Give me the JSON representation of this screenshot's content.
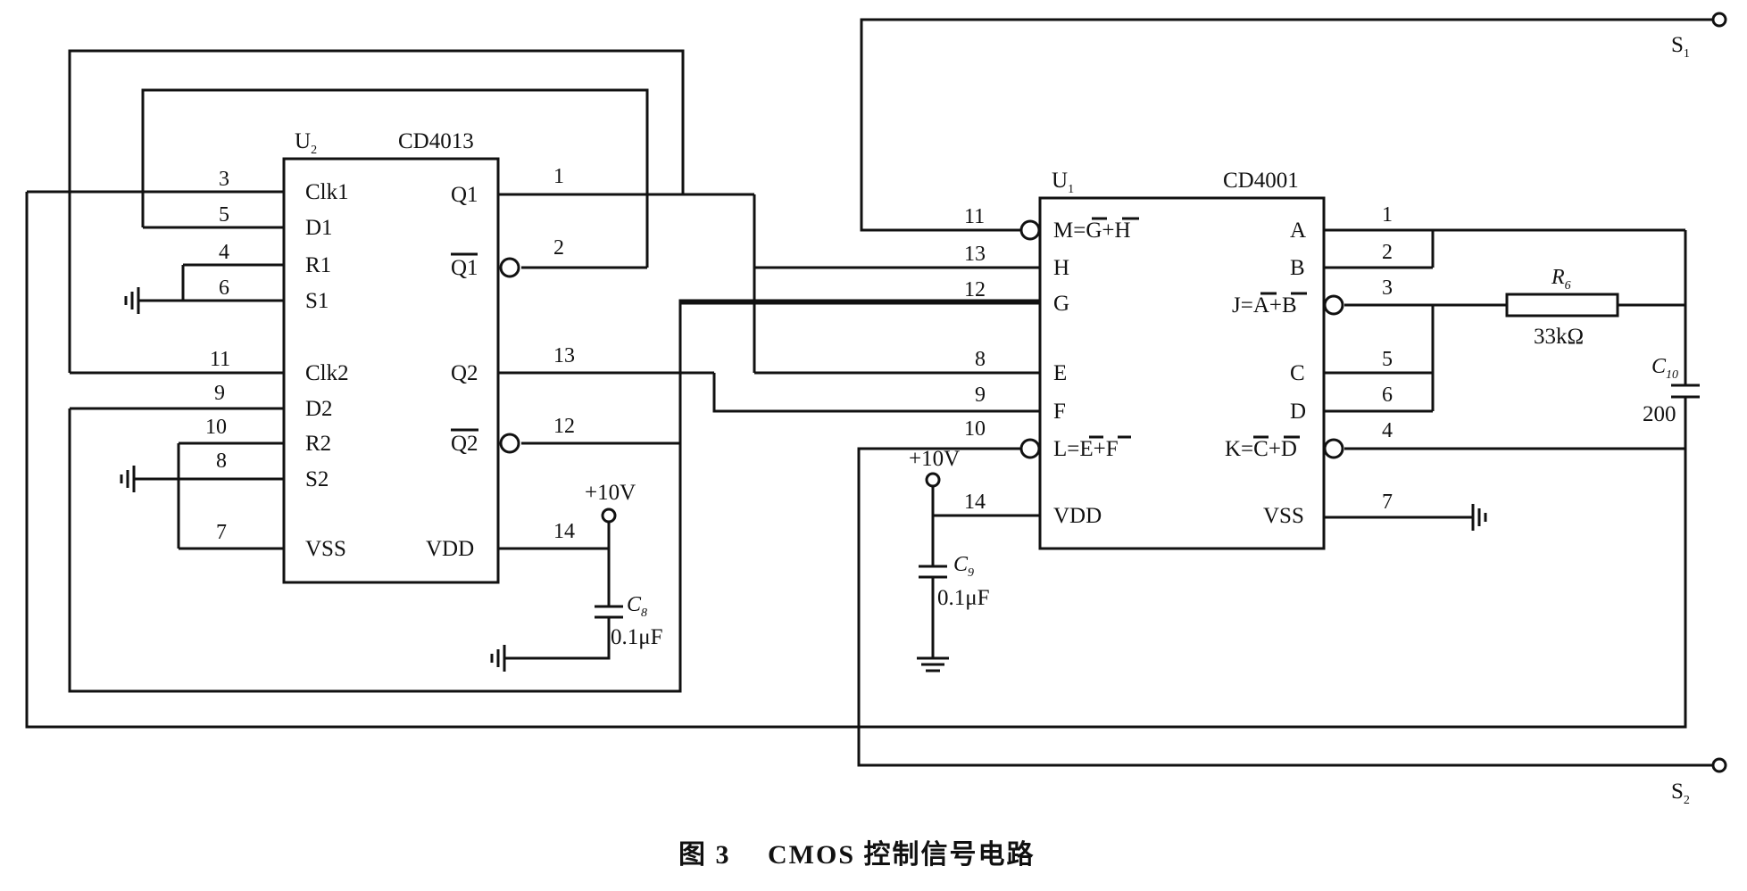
{
  "u2": {
    "ref": "U",
    "ref_sub": "2",
    "part": "CD4013",
    "left_pins": [
      {
        "num": "3",
        "name": "Clk1"
      },
      {
        "num": "5",
        "name": "D1"
      },
      {
        "num": "4",
        "name": "R1"
      },
      {
        "num": "6",
        "name": "S1"
      },
      {
        "num": "11",
        "name": "Clk2"
      },
      {
        "num": "9",
        "name": "D2"
      },
      {
        "num": "10",
        "name": "R2"
      },
      {
        "num": "8",
        "name": "S2"
      },
      {
        "num": "7",
        "name": "VSS"
      }
    ],
    "right_pins": [
      {
        "num": "1",
        "name": "Q1"
      },
      {
        "num": "2",
        "name": "Q1"
      },
      {
        "num": "13",
        "name": "Q2"
      },
      {
        "num": "12",
        "name": "Q2"
      },
      {
        "num": "14",
        "name": "VDD"
      }
    ]
  },
  "u1": {
    "ref": "U",
    "ref_sub": "1",
    "part": "CD4001",
    "left_pins": [
      {
        "num": "11",
        "name": "M=G+H"
      },
      {
        "num": "13",
        "name": "H"
      },
      {
        "num": "12",
        "name": "G"
      },
      {
        "num": "8",
        "name": "E"
      },
      {
        "num": "9",
        "name": "F"
      },
      {
        "num": "10",
        "name": "L=E+F"
      },
      {
        "num": "14",
        "name": "VDD"
      }
    ],
    "right_pins": [
      {
        "num": "1",
        "name": "A"
      },
      {
        "num": "2",
        "name": "B"
      },
      {
        "num": "3",
        "name": "J=A+B"
      },
      {
        "num": "5",
        "name": "C"
      },
      {
        "num": "6",
        "name": "D"
      },
      {
        "num": "4",
        "name": "K=C+D"
      },
      {
        "num": "7",
        "name": "VSS"
      }
    ]
  },
  "c8": {
    "ref": "C",
    "sub": "8",
    "value": "0.1μF",
    "supply": "+10V"
  },
  "c9": {
    "ref": "C",
    "sub": "9",
    "value": "0.1μF",
    "supply": "+10V"
  },
  "c10": {
    "ref": "C",
    "sub": "10",
    "value": "200"
  },
  "r6": {
    "ref": "R",
    "sub": "6",
    "value": "33kΩ"
  },
  "s1": {
    "ref": "S",
    "sub": "1"
  },
  "s2": {
    "ref": "S",
    "sub": "2"
  },
  "caption": "图 3　 CMOS 控制信号电路"
}
